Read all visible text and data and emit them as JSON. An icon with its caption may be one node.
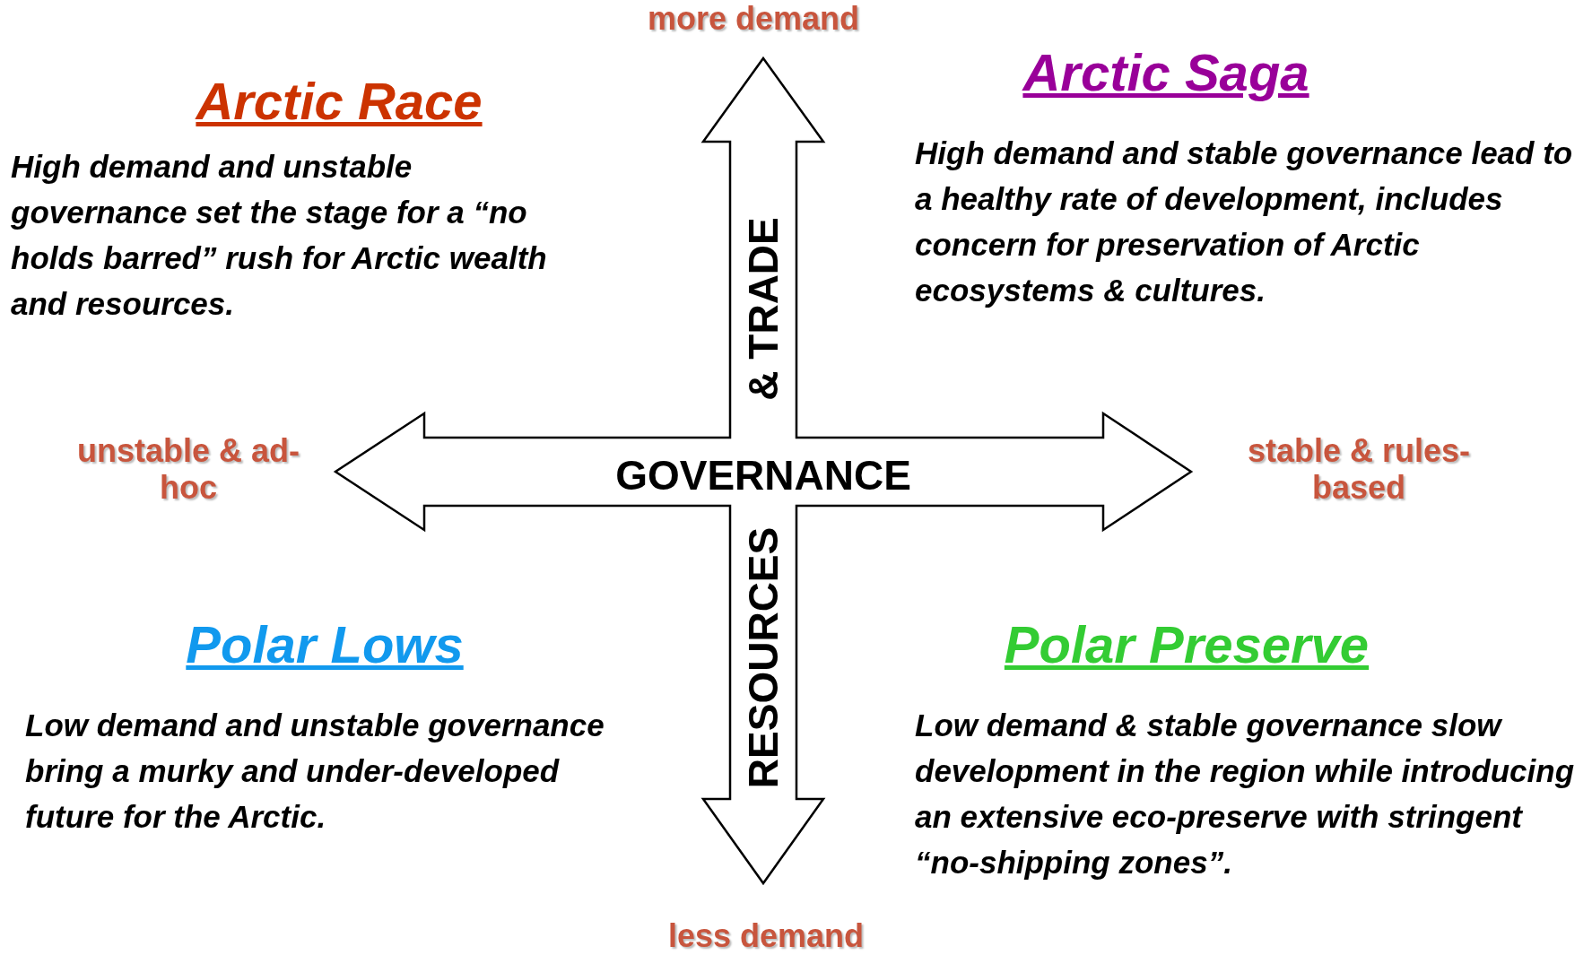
{
  "diagram": {
    "labels": [
      "more demand",
      "Arctic Race",
      "Arctic Saga",
      "High demand and unstable governance set the stage for a “no  holds barred” rush for Arctic wealth and resources.",
      "High demand and stable governance lead to a healthy rate of development, includes concern for preservation of Arctic ecosystems & cultures.",
      "& TRADE",
      "unstable & ad-hoc",
      "GOVERNANCE",
      "stable & rules-based",
      "RESOURCES",
      "Polar Lows",
      "Polar Preserve",
      "Low demand and unstable governance bring a murky and under-developed future for the Arctic.",
      "Low demand & stable governance slow development in the region while introducing an extensive eco-preserve with stringent “no-shipping zones”.",
      "less demand"
    ]
  }
}
